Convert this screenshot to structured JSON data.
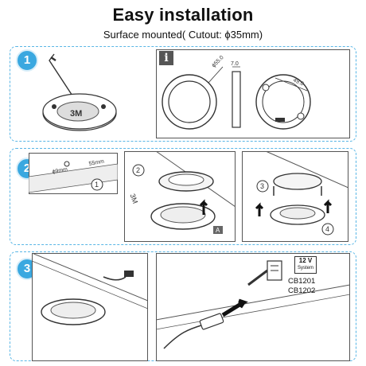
{
  "header": {
    "title": "Easy installation",
    "subtitle": "Surface mounted( Cutout: ϕ35mm)"
  },
  "steps": [
    {
      "badge": "1",
      "info_icon": "i",
      "tape_label": "3M",
      "dim_diameter": "ϕ55.0",
      "dim_thickness": "7.0",
      "dim_width": "49.0"
    },
    {
      "badge": "2",
      "hole_dia": "ϕ9mm",
      "hole_dist": "55mm",
      "sub1": "1",
      "sub2": "2",
      "tape_label": "3M",
      "label_a": "A",
      "sub3": "3",
      "sub4": "4"
    },
    {
      "badge": "3",
      "voltage": "12 V",
      "voltage_sub": "System",
      "model1": "CB1201",
      "model2": "CB1202"
    }
  ],
  "colors": {
    "accent": "#3aa8e0",
    "dashed": "#59b6e6",
    "ink": "#333333"
  }
}
